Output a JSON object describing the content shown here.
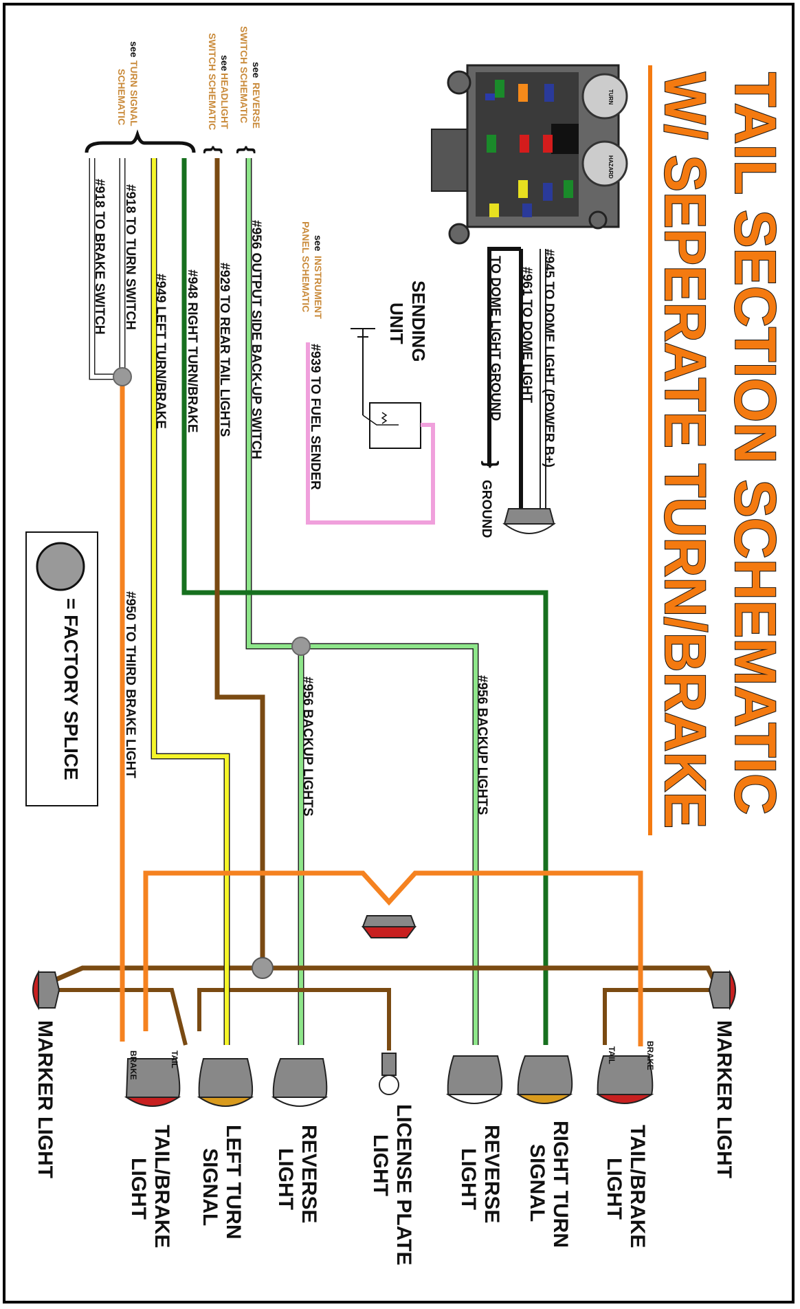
{
  "title": {
    "line1": "TAIL SECTION SCHEMATIC",
    "line2": "W/ SEPERATE TURN/BRAKE"
  },
  "colors": {
    "title": "#f47a10",
    "wire_orange": "#f58220",
    "wire_yellow": "#f5f52a",
    "wire_dark_green": "#17701f",
    "wire_light_green": "#8ee68a",
    "wire_brown": "#7a4a12",
    "wire_pink": "#f0a0dc",
    "wire_black": "#111111",
    "wire_white": "#ffffff",
    "splice": "#999999",
    "ref_text": "#c98a3a"
  },
  "references": {
    "see": "see",
    "reverse": [
      "REVERSE",
      "SWITCH SCHEMATIC"
    ],
    "headlight": [
      "HEADLIGHT",
      "SWITCH SCHEMATIC"
    ],
    "turn_signal": [
      "TURN SIGNAL",
      "SCHEMATIC"
    ],
    "instrument": [
      "INSTRUMENT",
      "PANEL SCHEMATIC"
    ]
  },
  "fuse_box": {
    "turn": "TURN",
    "hazard": "HAZARD"
  },
  "wires": {
    "w945": "#945 TO DOME LIGHT (POWER B+)",
    "w961": "#961 TO DOME LIGHT",
    "dome_ground": "TO DOME LIGHT GROUND",
    "ground": "GROUND",
    "sending_unit": [
      "SENDING",
      "UNIT"
    ],
    "w939": "#939 TO FUEL SENDER",
    "w956_out": "#956 OUTPUT SIDE BACK-UP SWITCH",
    "w929": "#929 TO REAR TAIL LIGHTS",
    "w948": "#948 RIGHT TURN/BRAKE",
    "w949": "#949 LEFT TURN/BRAKE",
    "w918_turn": "#918 TO TURN SWITCH",
    "w918_brake": "#918 TO BRAKE SWITCH",
    "w956_backup_a": "#956 BACKUP LIGHTS",
    "w956_backup_b": "#956 BACKUP LIGHTS",
    "w950": "#950 TO THIRD BRAKE LIGHT"
  },
  "legend": {
    "label": "= FACTORY SPLICE"
  },
  "lights": {
    "marker_right": "MARKER LIGHT",
    "tail_brake_right": [
      "TAIL/BRAKE",
      "LIGHT"
    ],
    "right_turn": [
      "RIGHT TURN",
      "SIGNAL"
    ],
    "reverse_right": [
      "REVERSE",
      "LIGHT"
    ],
    "license_plate": [
      "LICENSE PLATE",
      "LIGHT"
    ],
    "reverse_left": [
      "REVERSE",
      "LIGHT"
    ],
    "left_turn": [
      "LEFT TURN",
      "SIGNAL"
    ],
    "tail_brake_left": [
      "TAIL/BRAKE",
      "LIGHT"
    ],
    "marker_left": "MARKER LIGHT",
    "brake_tag": "BRAKE",
    "tail_tag": "TAIL"
  }
}
